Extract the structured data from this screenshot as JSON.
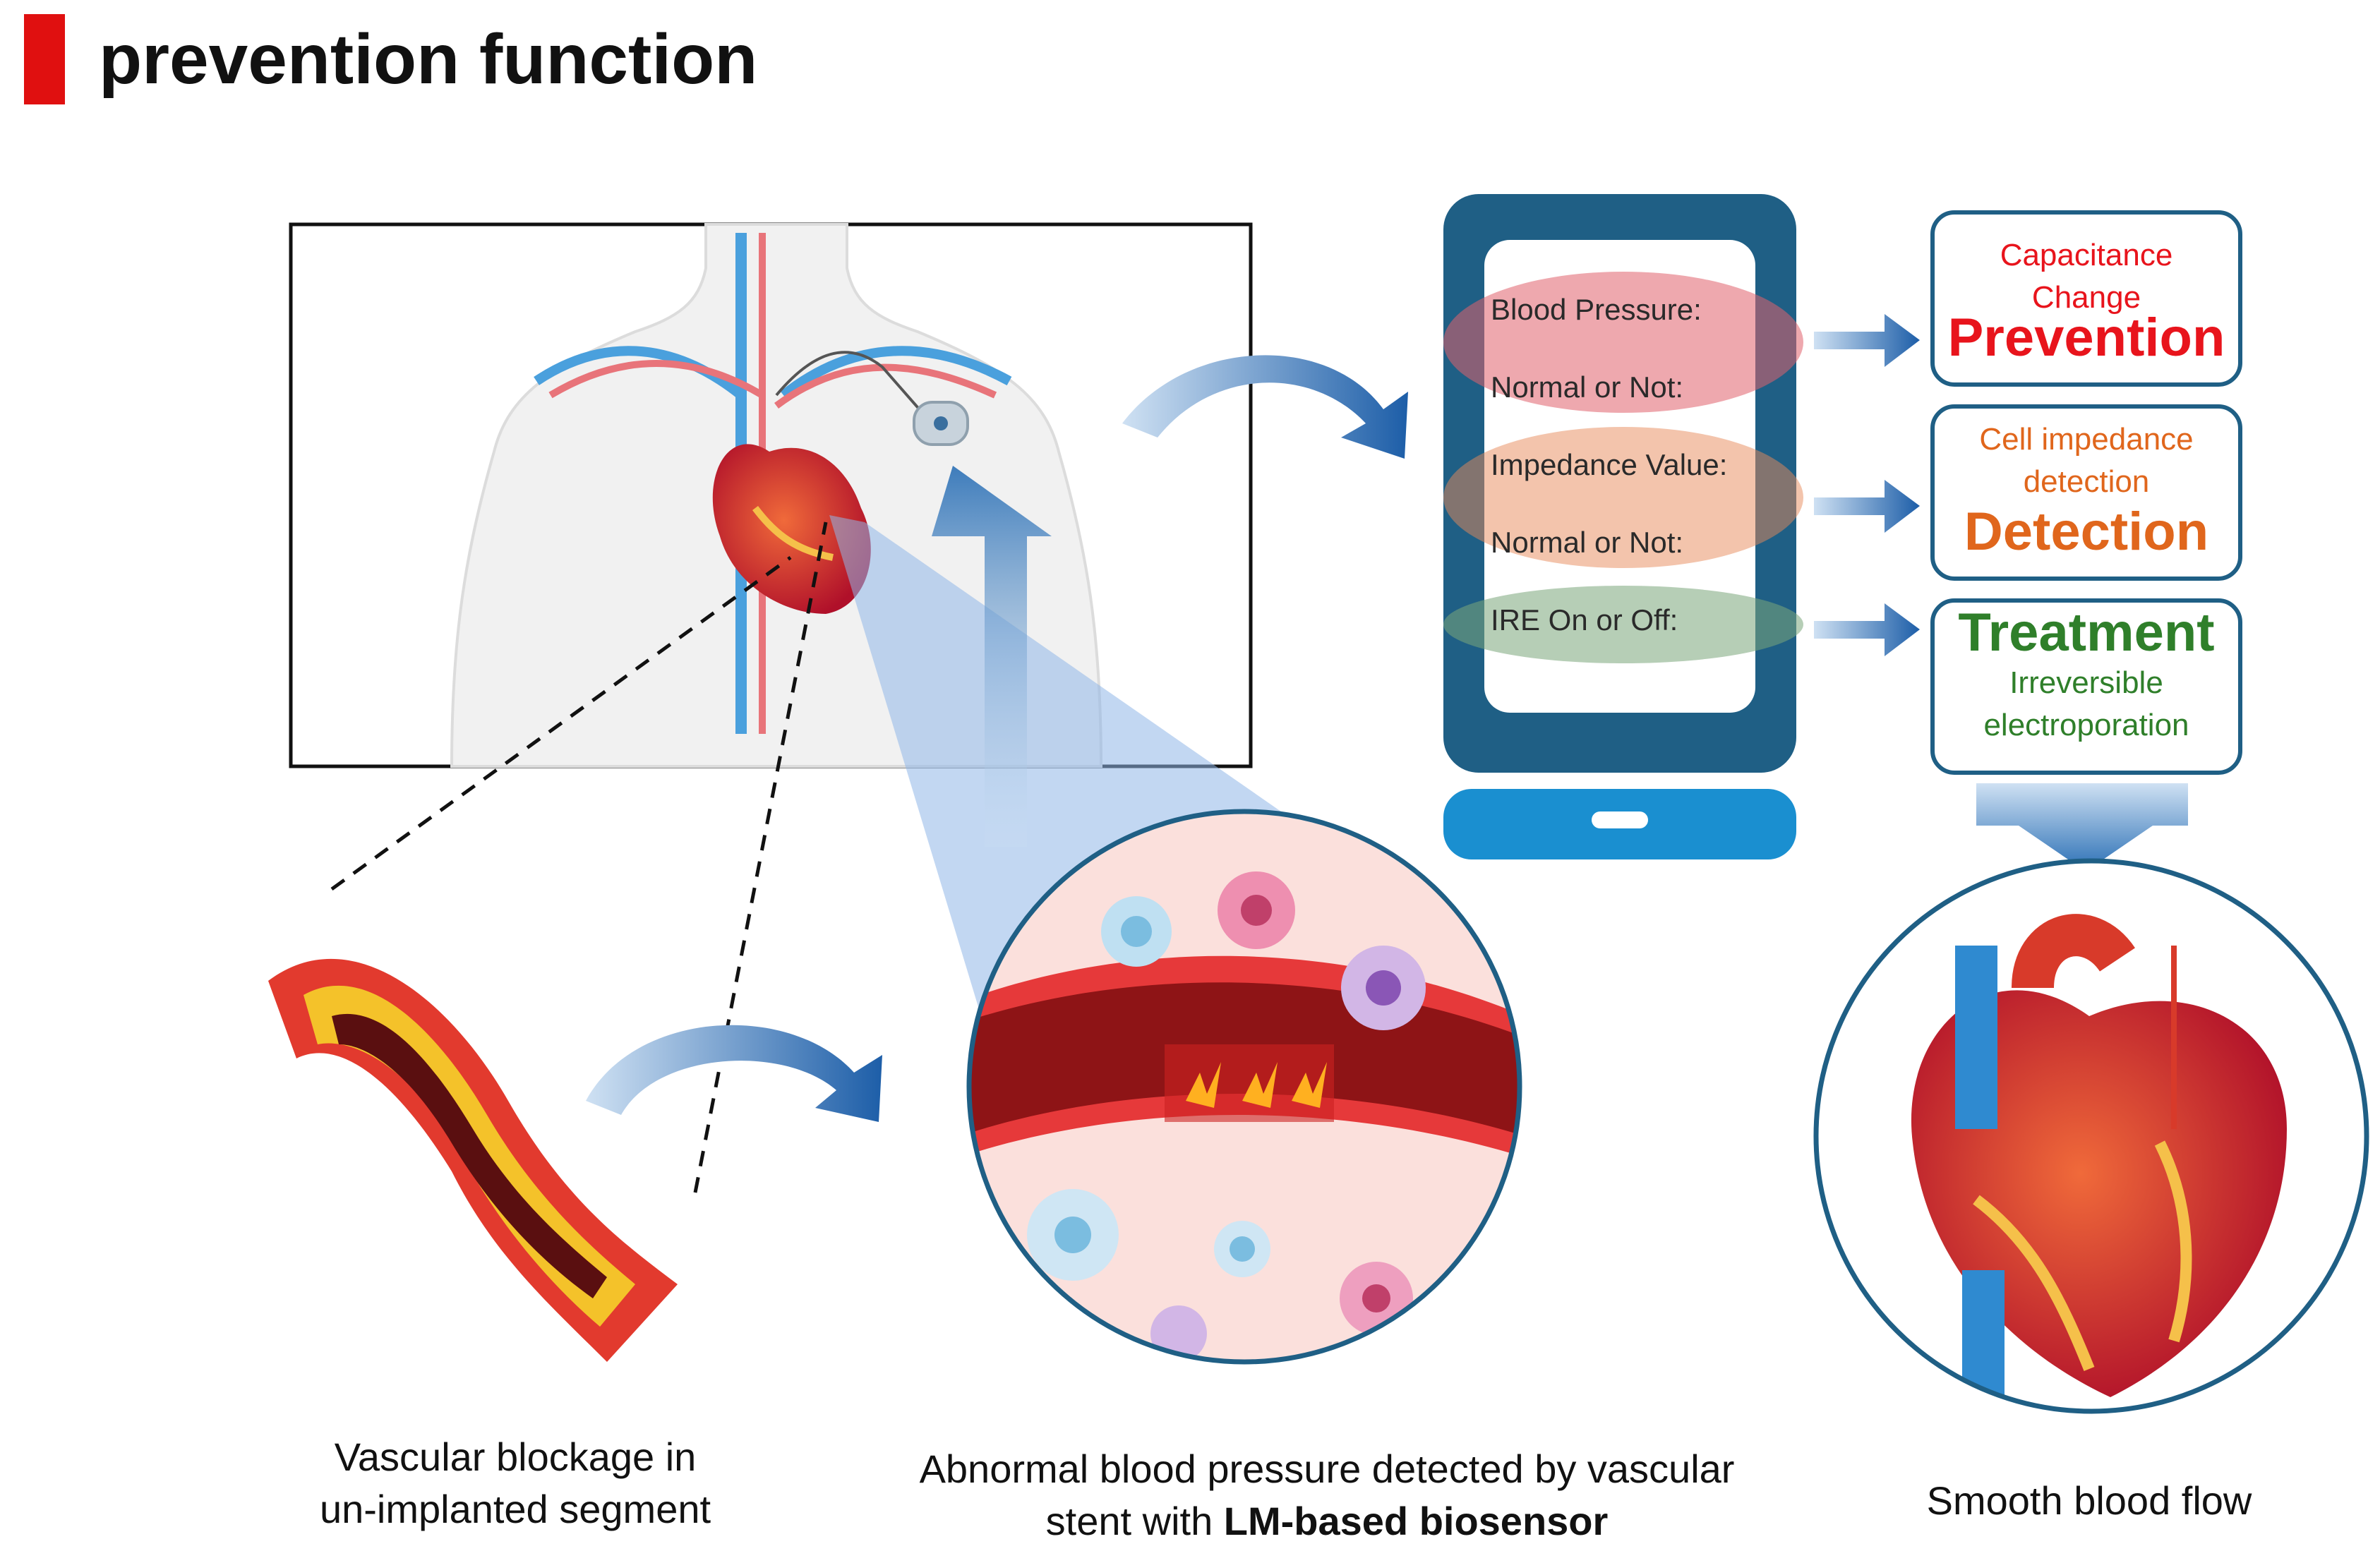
{
  "title": "prevention function",
  "phone": {
    "line1": "Blood Pressure:",
    "line2": "Normal  or Not:",
    "line3": "Impedance Value:",
    "line4": "Normal  or Not:",
    "line5": "IRE  On or Off:"
  },
  "boxes": [
    {
      "sub": "Capacitance Change",
      "main": "Prevention",
      "color": "#e8141c"
    },
    {
      "sub": "Cell impedance detection",
      "main": "Detection",
      "color": "#e0661c"
    },
    {
      "sub": "Irreversible electroporation",
      "main": "Treatment",
      "color": "#2f7f2a"
    }
  ],
  "captions": {
    "vascular_line1": "Vascular blockage in",
    "vascular_line2": "un-implanted segment",
    "abnormal_line1": "Abnormal blood pressure detected by vascular",
    "abnormal_line2_prefix": "stent with ",
    "abnormal_line2_bold": "LM-based biosensor",
    "smooth": "Smooth blood flow"
  },
  "colors": {
    "accent_red": "#e01010",
    "phone_blue": "#1f5f85",
    "arrow_blue": "#2a6fb5"
  }
}
